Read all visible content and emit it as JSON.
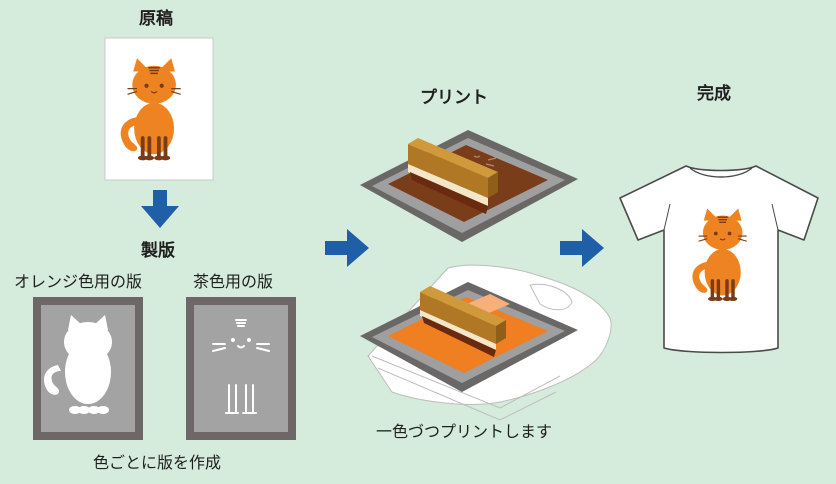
{
  "labels": {
    "original": "原稿",
    "platemaking": "製版",
    "orange_plate": "オレンジ色用の版",
    "brown_plate": "茶色用の版",
    "per_color": "色ごとに版を作成",
    "print": "プリント",
    "one_color_at_a_time": "一色づつプリントします",
    "finished": "完成"
  },
  "colors": {
    "background": "#d5ebdb",
    "arrow_blue": "#1f5fa8",
    "cat_orange": "#ee8421",
    "cat_brown": "#7b3b17",
    "plate_frame": "#6d6767",
    "plate_mesh": "#a3a3a3",
    "squeegee_wood": "#b07824",
    "brown_ink": "#7a3d1a",
    "orange_ink": "#f07f22"
  },
  "icons": [
    "cat-illustration",
    "down-arrow-icon",
    "right-arrow-icon",
    "squeegee-icon",
    "tshirt-icon"
  ]
}
